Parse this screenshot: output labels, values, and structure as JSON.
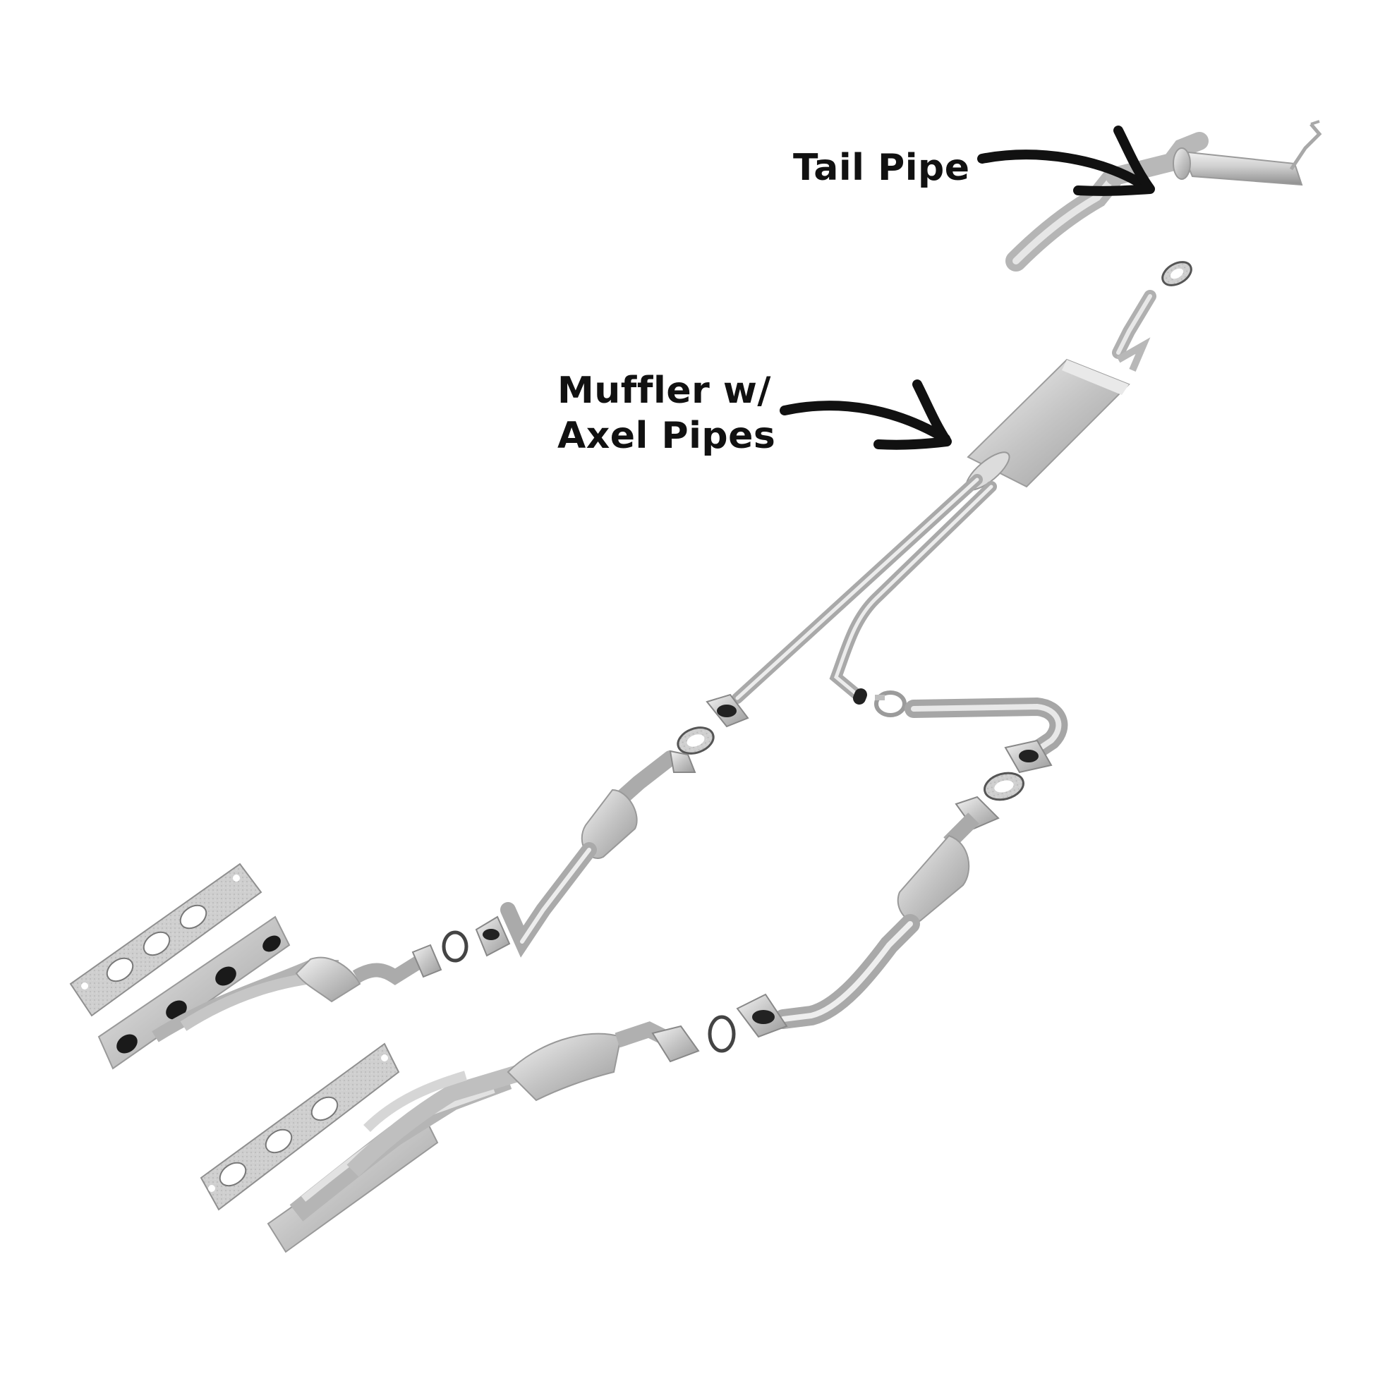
{
  "labels": {
    "tail_pipe": "Tail Pipe",
    "muffler_line1": "Muffler w/",
    "muffler_line2": "Axel Pipes"
  },
  "colors": {
    "text": "#111111",
    "arrow": "#111111",
    "metal_light": "#e6e6e6",
    "metal_mid": "#bdbdbd",
    "metal_dark": "#8f8f8f",
    "gasket": "#c9c9c9",
    "port": "#1a1a1a"
  },
  "icons": {
    "tail_arrow": "curved-arrow-right-icon",
    "muffler_arrow": "curved-arrow-right-icon"
  }
}
